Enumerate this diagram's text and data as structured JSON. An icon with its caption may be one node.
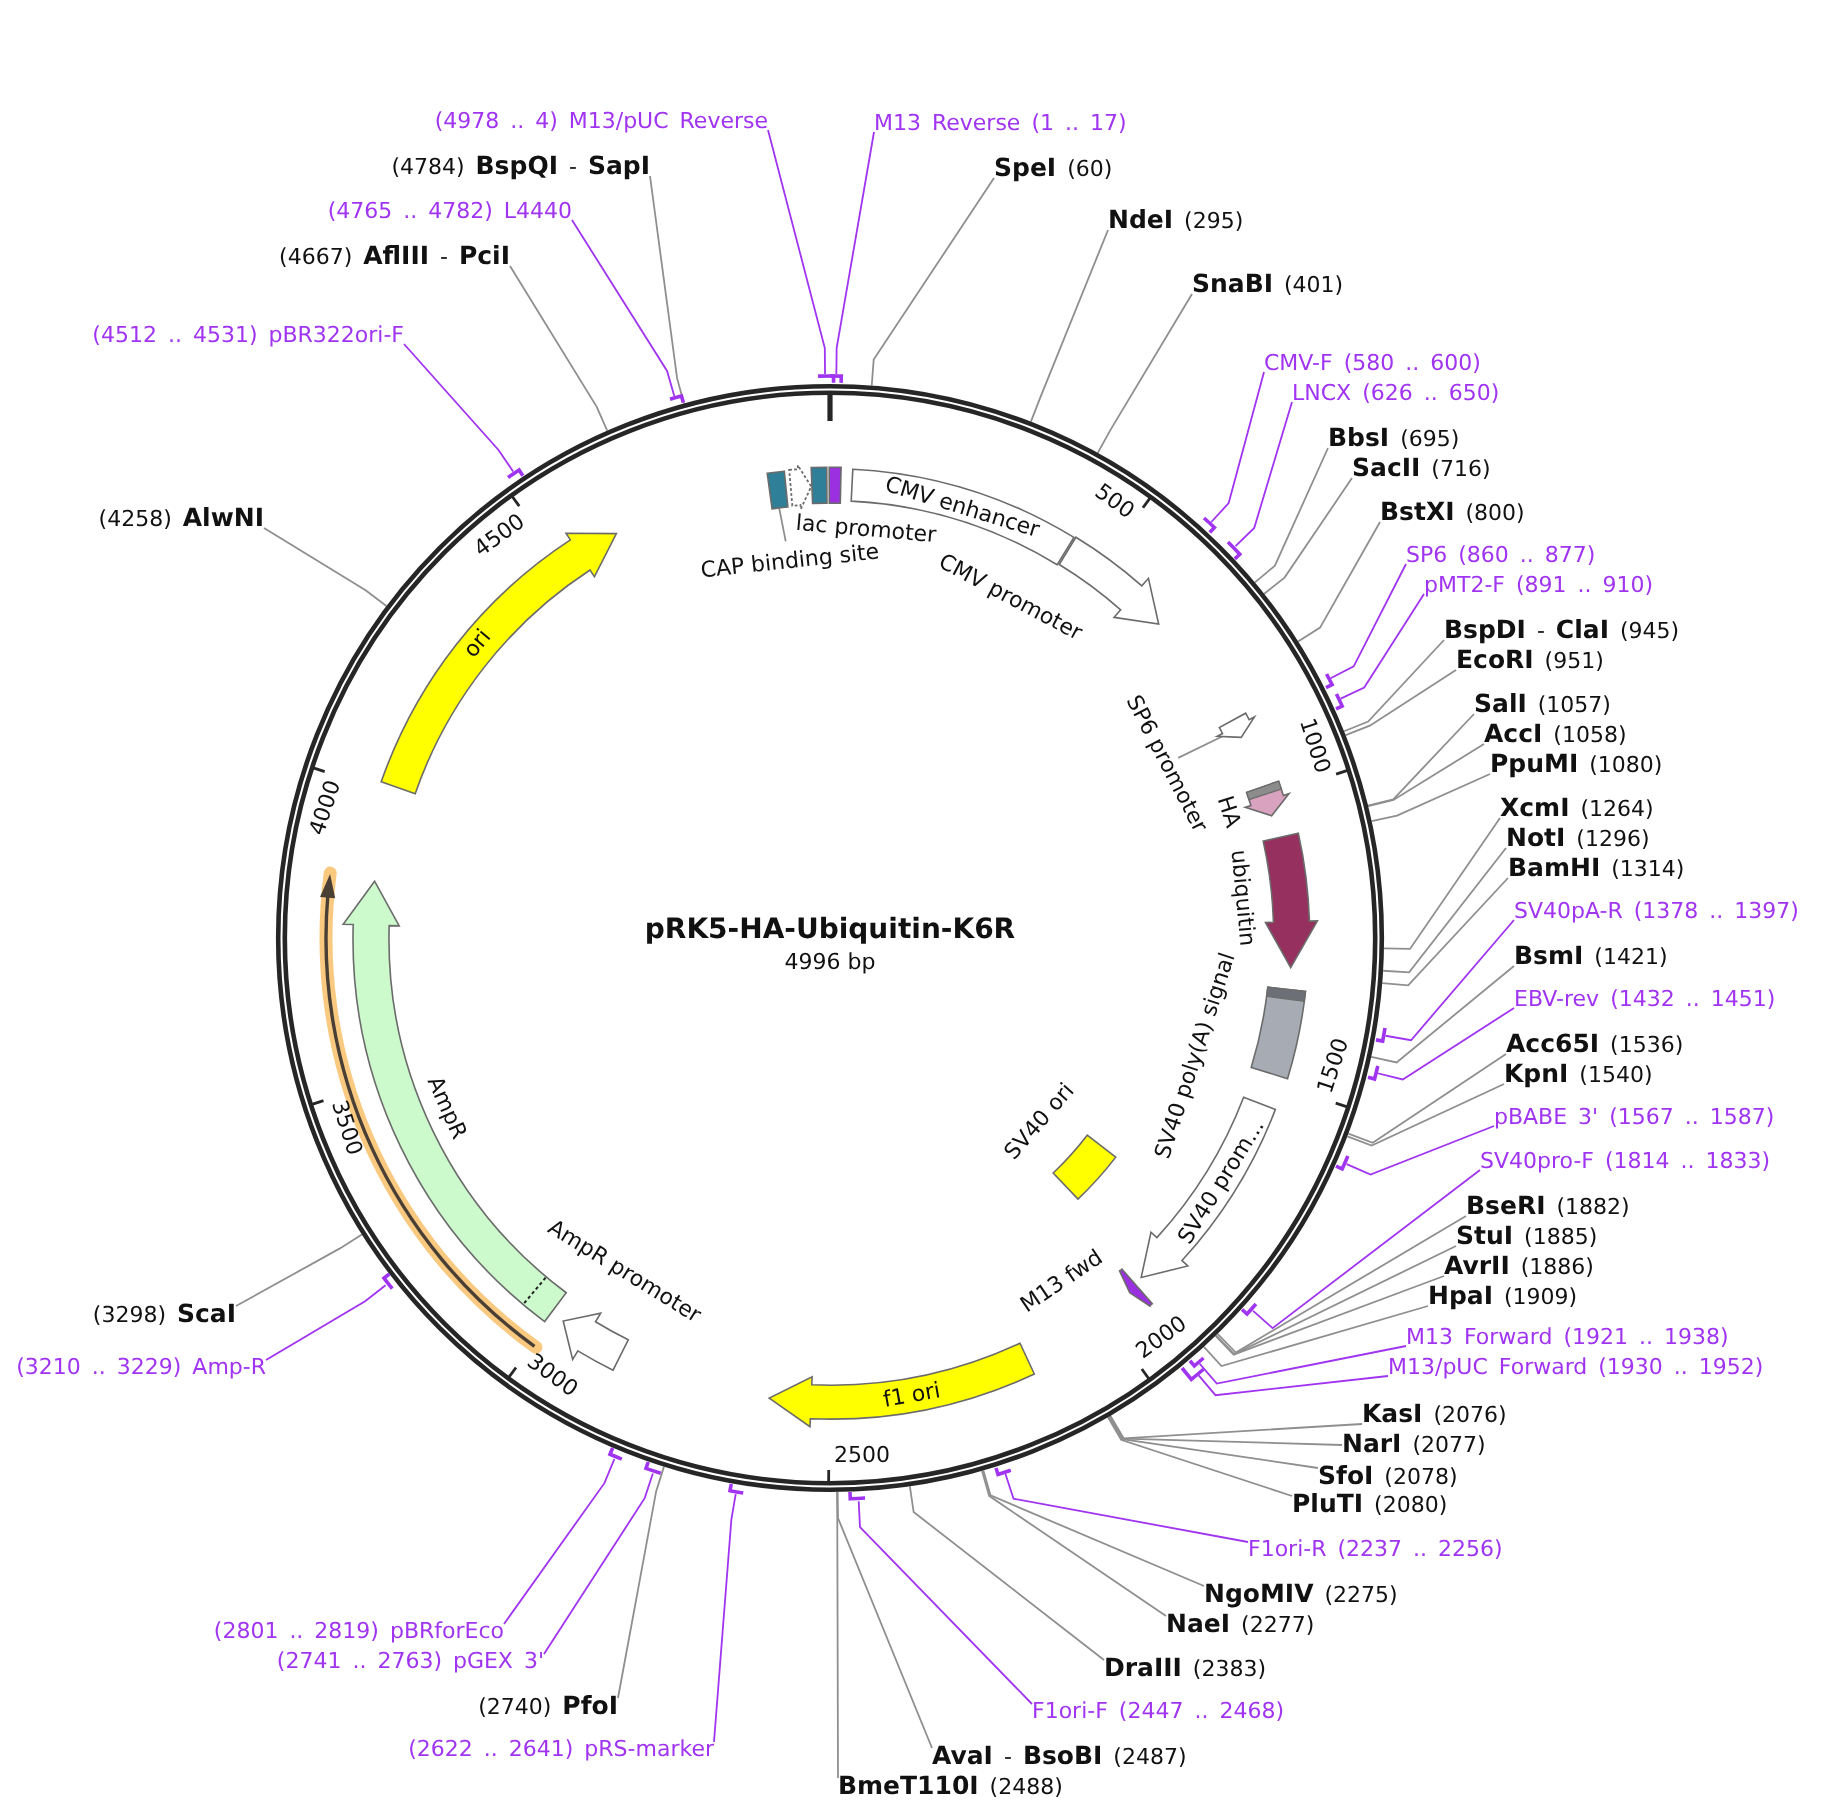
{
  "diagram": {
    "title": "pRK5-HA-Ubiquitin-K6R",
    "nodes": [
      {
        "text": [
          "M13 Reverse (1 .. 17)"
        ]
      },
      {
        "text": [
          "**SpeI** (60)"
        ]
      },
      {
        "text": [
          "**NdeI** (295)"
        ]
      },
      {
        "text": [
          "**SnaBI** (401)"
        ]
      },
      {
        "text": [
          "CMV-F (580 .. 600)"
        ]
      },
      {
        "text": [
          "LNCX (626 .. 650)"
        ]
      },
      {
        "text": [
          "**BbsI** (695)"
        ]
      },
      {
        "text": [
          "**SacII** (716)"
        ]
      },
      {
        "text": [
          "**BstXI** (800)"
        ]
      },
      {
        "text": [
          "SP6 (860 .. 877)"
        ]
      },
      {
        "text": [
          "pMT2-F (891 .. 910)"
        ]
      },
      {
        "text": [
          "**BspDI** - **ClaI** (945)"
        ]
      },
      {
        "text": [
          "**EcoRI** (951)"
        ]
      },
      {
        "text": [
          "**SalI** (1057)"
        ]
      },
      {
        "text": [
          "**AccI** (1058)"
        ]
      },
      {
        "text": [
          "**PpuMI** (1080)"
        ]
      },
      {
        "text": [
          "**XcmI** (1264)"
        ]
      },
      {
        "text": [
          "**NotI** (1296)"
        ]
      },
      {
        "text": [
          "**BamHI** (1314)"
        ]
      },
      {
        "text": [
          "SV40pA-R (1378 .. 1397)"
        ]
      },
      {
        "text": [
          "**BsmI** (1421)"
        ]
      },
      {
        "text": [
          "EBV-rev (1432 .. 1451)"
        ]
      },
      {
        "text": [
          "**Acc65I** (1536)"
        ]
      },
      {
        "text": [
          "**KpnI** (1540)"
        ]
      },
      {
        "text": [
          "pBABE 3' (1567 .. 1587)"
        ]
      },
      {
        "text": [
          "SV40pro-F (1814 .. 1833)"
        ]
      },
      {
        "text": [
          "**BseRI** (1882)"
        ]
      },
      {
        "text": [
          "**StuI** (1885)"
        ]
      },
      {
        "text": [
          "**AvrII** (1886)"
        ]
      },
      {
        "text": [
          "**HpaI** (1909)"
        ]
      },
      {
        "text": [
          "M13 Forward (1921 .. 1938)"
        ]
      },
      {
        "text": [
          "M13/pUC Forward (1930 .. 1952)"
        ]
      },
      {
        "text": [
          "**KasI** (2076)"
        ]
      },
      {
        "text": [
          "**NarI** (2077)"
        ]
      },
      {
        "text": [
          "**SfoI** (2078)"
        ]
      },
      {
        "text": [
          "**PluTI** (2080)"
        ]
      },
      {
        "text": [
          "F1ori-R (2237 .. 2256)"
        ]
      },
      {
        "text": [
          "**NgoMIV** (2275)"
        ]
      },
      {
        "text": [
          "**NaeI** (2277)"
        ]
      },
      {
        "text": [
          "**DraIII** (2383)"
        ]
      },
      {
        "text": [
          "F1ori-F (2447 .. 2468)"
        ]
      },
      {
        "text": [
          "**AvaI** - **BsoBI** (2487)"
        ]
      },
      {
        "text": [
          "**BmeT110I** (2488)"
        ]
      },
      {
        "text": [
          "(2622 .. 2641) pRS-marker"
        ]
      },
      {
        "text": [
          "(2740) **PfoI**"
        ]
      },
      {
        "text": [
          "(2741 .. 2763) pGEX 3'"
        ]
      },
      {
        "text": [
          "(2801 .. 2819) pBRforEco"
        ]
      },
      {
        "text": [
          "(3210 .. 3229) Amp-R"
        ]
      },
      {
        "text": [
          "(3298) **ScaI**"
        ]
      },
      {
        "text": [
          "(4258) **AlwNI**"
        ]
      },
      {
        "text": [
          "(4512 .. 4531) pBR322ori-F"
        ]
      },
      {
        "text": [
          "(4667) **AflIII** - **PciI**"
        ]
      },
      {
        "text": [
          "(4765 .. 4782) L4440"
        ]
      },
      {
        "text": [
          "(4784) **BspQI** - **SapI**"
        ]
      },
      {
        "text": [
          "(4978 .. 4) M13/pUC Reverse"
        ]
      },
      {
        "text": [],
        "shape": "circle"
      },
      {
        "text": [],
        "shape": "bar"
      },
      {
        "text": [],
        "shape": "bar"
      },
      {
        "text": [],
        "shape": "bar"
      },
      {
        "text": [],
        "shape": "bar"
      },
      {
        "text": [],
        "shape": "bar"
      },
      {
        "text": [],
        "shape": "bar"
      },
      {
        "text": [],
        "shape": "bar"
      },
      {
        "text": [],
        "shape": "bar"
      },
      {
        "text": [],
        "shape": "bar"
      },
      {
        "text": [],
        "shape": "bar"
      },
      {
        "text": [],
        "shape": "bar"
      },
      {
        "text": [],
        "shape": "bar"
      },
      {
        "text": [],
        "shape": "bar"
      },
      {
        "text": [],
        "shape": "bar"
      },
      {
        "text": [],
        "shape": "bar"
      },
      {
        "text": [],
        "shape": "bar"
      },
      {
        "text": [],
        "shape": "bar"
      },
      {
        "text": [],
        "shape": "bar"
      },
      {
        "text": [],
        "shape": "bar"
      },
      {
        "text": [],
        "shape": "bar"
      },
      {
        "text": [],
        "shape": "box",
        "in": 55
      },
      {
        "text": [
          "CAP binding site"
        ],
        "in": 55
      },
      {
        "text": [],
        "shape": "arrow",
        "beside": [
          "lac promoter"
        ],
        "in": 55
      },
      {
        "text": [],
        "shape": "box",
        "in": 55
      },
      {
        "text": [],
        "shape": "box",
        "in": 55
      },
      {
        "text": [
          "CMV enhancer"
        ],
        "in": 55
      },
      {
        "text": [],
        "shape": "arrow",
        "beside": [
          "CMV promoter"
        ],
        "in": 55
      },
      {
        "text": [],
        "shape": "arrow",
        "in": 55
      },
      {
        "text": [
          "SP6 promoter"
        ],
        "in": 55
      },
      {
        "text": [],
        "shape": "arrow",
        "beside": [
          "HA"
        ],
        "in": 55
      },
      {
        "text": [],
        "shape": "arrow",
        "beside": [
          "ubiquitin"
        ],
        "in": 55
      },
      {
        "text": [],
        "shape": "box",
        "in": 55
      },
      {
        "text": [
          "SV40 prom..."
        ],
        "in": 55
      },
      {
        "text": [],
        "shape": "box",
        "beside": [
          "SV40 ori"
        ],
        "in": 55
      },
      {
        "text": [],
        "shape": "arrow",
        "beside": [
          "M13 fwd"
        ],
        "in": 55
      },
      {
        "text": [
          "f1 ori"
        ],
        "in": 55
      },
      {
        "text": [],
        "shape": "arrow",
        "beside": [
          "AmpR promoter"
        ],
        "in": 55
      },
      {
        "text": [],
        "shape": "arrow",
        "beside": [
          "AmpR"
        ],
        "in": 55
      },
      {
        "text": [
          "ori"
        ],
        "in": 55
      }
    ],
    "edges": [
      {
        "from": 0,
        "to": 56,
        "arrow": "none",
        "color": "#a034f0"
      },
      {
        "from": 1,
        "to": 55,
        "arrow": "none"
      },
      {
        "from": 2,
        "to": 55,
        "arrow": "none"
      },
      {
        "from": 3,
        "to": 55,
        "arrow": "none"
      },
      {
        "from": 4,
        "to": 57,
        "arrow": "none",
        "color": "#a034f0"
      },
      {
        "from": 5,
        "to": 58,
        "arrow": "none",
        "color": "#a034f0"
      },
      {
        "from": 6,
        "to": 55,
        "arrow": "none"
      },
      {
        "from": 7,
        "to": 55,
        "arrow": "none"
      },
      {
        "from": 8,
        "to": 55,
        "arrow": "none"
      },
      {
        "from": 9,
        "to": 59,
        "arrow": "none",
        "color": "#a034f0"
      },
      {
        "from": 10,
        "to": 60,
        "arrow": "none",
        "color": "#a034f0"
      },
      {
        "from": 11,
        "to": 55,
        "arrow": "none"
      },
      {
        "from": 12,
        "to": 55,
        "arrow": "none"
      },
      {
        "from": 13,
        "to": 55,
        "arrow": "none"
      },
      {
        "from": 14,
        "to": 55,
        "arrow": "none"
      },
      {
        "from": 15,
        "to": 55,
        "arrow": "none"
      },
      {
        "from": 16,
        "to": 55,
        "arrow": "none"
      },
      {
        "from": 17,
        "to": 55,
        "arrow": "none"
      },
      {
        "from": 18,
        "to": 55,
        "arrow": "none"
      },
      {
        "from": 19,
        "to": 61,
        "arrow": "none",
        "color": "#a034f0"
      },
      {
        "from": 20,
        "to": 55,
        "arrow": "none"
      },
      {
        "from": 21,
        "to": 62,
        "arrow": "none",
        "color": "#a034f0"
      },
      {
        "from": 22,
        "to": 55,
        "arrow": "none"
      },
      {
        "from": 23,
        "to": 55,
        "arrow": "none"
      },
      {
        "from": 24,
        "to": 63,
        "arrow": "none",
        "color": "#a034f0"
      },
      {
        "from": 25,
        "to": 64,
        "arrow": "none",
        "color": "#a034f0"
      },
      {
        "from": 26,
        "to": 55,
        "arrow": "none"
      },
      {
        "from": 27,
        "to": 55,
        "arrow": "none"
      },
      {
        "from": 28,
        "to": 55,
        "arrow": "none"
      },
      {
        "from": 29,
        "to": 55,
        "arrow": "none"
      },
      {
        "from": 30,
        "to": 65,
        "arrow": "none",
        "color": "#a034f0"
      },
      {
        "from": 31,
        "to": 66,
        "arrow": "none",
        "color": "#a034f0"
      },
      {
        "from": 32,
        "to": 55,
        "arrow": "none"
      },
      {
        "from": 33,
        "to": 55,
        "arrow": "none"
      },
      {
        "from": 34,
        "to": 55,
        "arrow": "none"
      },
      {
        "from": 35,
        "to": 55,
        "arrow": "none"
      },
      {
        "from": 36,
        "to": 67,
        "arrow": "none",
        "color": "#a034f0"
      },
      {
        "from": 37,
        "to": 55,
        "arrow": "none"
      },
      {
        "from": 38,
        "to": 55,
        "arrow": "none"
      },
      {
        "from": 39,
        "to": 55,
        "arrow": "none"
      },
      {
        "from": 40,
        "to": 68,
        "arrow": "none",
        "color": "#a034f0"
      },
      {
        "from": 41,
        "to": 55,
        "arrow": "none"
      },
      {
        "from": 42,
        "to": 55,
        "arrow": "none"
      },
      {
        "from": 43,
        "to": 69,
        "arrow": "none",
        "color": "#a034f0"
      },
      {
        "from": 44,
        "to": 55,
        "arrow": "none"
      },
      {
        "from": 45,
        "to": 70,
        "arrow": "none",
        "color": "#a034f0"
      },
      {
        "from": 46,
        "to": 71,
        "arrow": "none",
        "color": "#a034f0"
      },
      {
        "from": 47,
        "to": 72,
        "arrow": "none",
        "color": "#a034f0"
      },
      {
        "from": 48,
        "to": 55,
        "arrow": "none"
      },
      {
        "from": 49,
        "to": 55,
        "arrow": "none"
      },
      {
        "from": 50,
        "to": 73,
        "arrow": "none",
        "color": "#a034f0"
      },
      {
        "from": 51,
        "to": 55,
        "arrow": "none"
      },
      {
        "from": 52,
        "to": 74,
        "arrow": "none",
        "color": "#a034f0"
      },
      {
        "from": 53,
        "to": 55,
        "arrow": "none"
      },
      {
        "from": 54,
        "to": 75,
        "arrow": "none",
        "color": "#a034f0"
      },
      {
        "from": 77,
        "to": 76,
        "arrow": "none"
      },
      {
        "from": 84,
        "to": 83,
        "arrow": "none"
      }
    ],
    "labels": [
      "4996 bp",
      "500",
      "1000",
      "1500",
      "2000",
      "2500",
      "3000",
      "3500",
      "4000",
      "4500",
      "SV40 poly(A) signal"
    ]
  }
}
